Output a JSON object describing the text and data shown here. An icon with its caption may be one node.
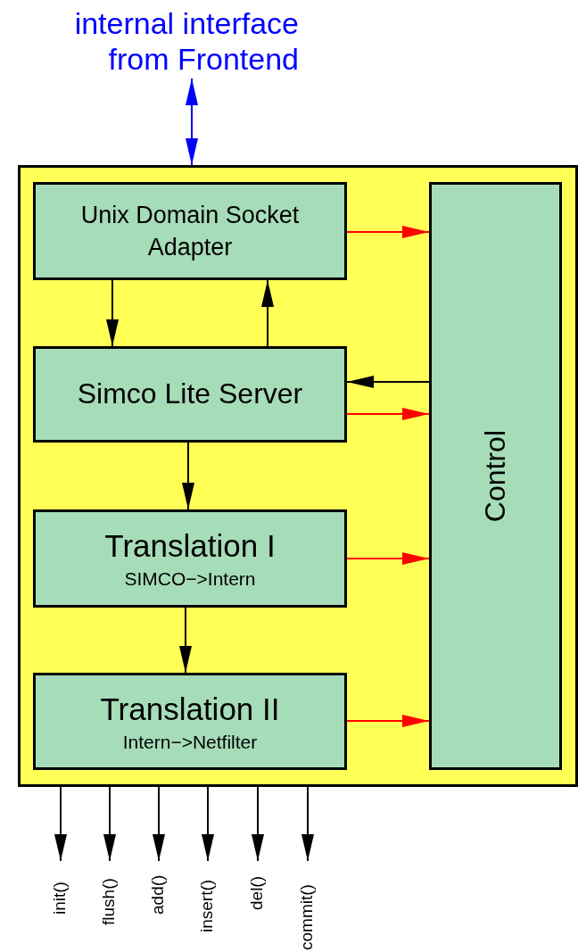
{
  "diagram": {
    "nodes": [
      {
        "text": [
          "internal interface from Frontend"
        ]
      },
      {
        "text": [],
        "shape": "box"
      },
      {
        "text": [
          "Unix Domain Socket Adapter"
        ],
        "in": 1
      },
      {
        "text": [
          "Simco Lite Server"
        ],
        "in": 1
      },
      {
        "text": [
          "Translation I",
          "SIMCO−>Intern"
        ],
        "in": 1
      },
      {
        "text": [
          "Translation II",
          "Intern−>Netfilter"
        ],
        "in": 1
      },
      {
        "text": [
          "Control"
        ],
        "in": 1
      },
      {
        "text": [
          "init()"
        ]
      },
      {
        "text": [
          "flush()"
        ]
      },
      {
        "text": [
          "add()"
        ]
      },
      {
        "text": [
          "insert()"
        ]
      },
      {
        "text": [
          "del()"
        ]
      },
      {
        "text": [
          "commit()"
        ]
      }
    ],
    "edges": [
      {
        "from": 0,
        "to": 1,
        "arrow": "both",
        "color": "#0000ff"
      },
      {
        "from": 2,
        "to": 6,
        "arrow": "to",
        "color": "#ff0000"
      },
      {
        "from": 2,
        "to": 3,
        "arrow": "to"
      },
      {
        "from": 3,
        "to": 2,
        "arrow": "to"
      },
      {
        "from": 6,
        "to": 3,
        "arrow": "to"
      },
      {
        "from": 3,
        "to": 6,
        "arrow": "to",
        "color": "#ff0000"
      },
      {
        "from": 3,
        "to": 4,
        "arrow": "to"
      },
      {
        "from": 4,
        "to": 6,
        "arrow": "to",
        "color": "#ff0000"
      },
      {
        "from": 4,
        "to": 5,
        "arrow": "to"
      },
      {
        "from": 5,
        "to": 6,
        "arrow": "to",
        "color": "#ff0000"
      },
      {
        "from": 1,
        "to": 7,
        "arrow": "to"
      },
      {
        "from": 1,
        "to": 8,
        "arrow": "to"
      },
      {
        "from": 1,
        "to": 9,
        "arrow": "to"
      },
      {
        "from": 1,
        "to": 10,
        "arrow": "to"
      },
      {
        "from": 1,
        "to": 11,
        "arrow": "to"
      },
      {
        "from": 1,
        "to": 12,
        "arrow": "to"
      }
    ]
  }
}
